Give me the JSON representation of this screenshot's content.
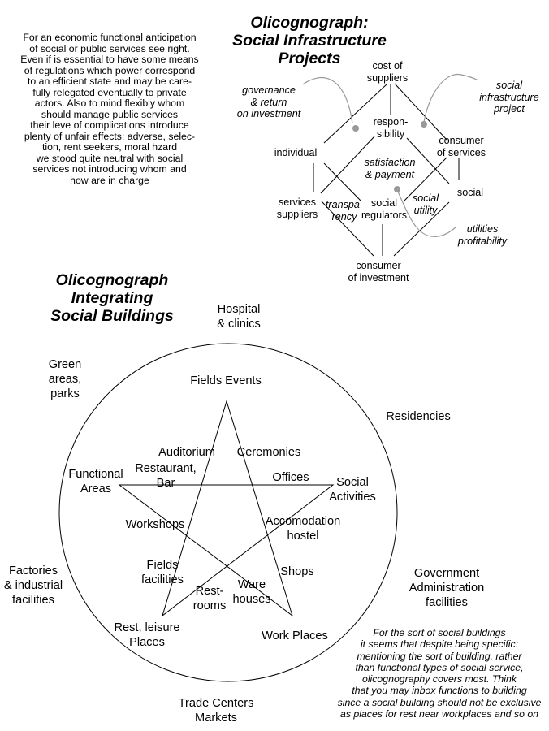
{
  "left_note": {
    "text": "For an economic functional anticipation\nof social or public services see right.\nEven if is essential to have some means\nof regulations which power correspond\nto an efficient state and may be care-\nfully relegated eventually to private\nactors. Also to mind flexibly whom\nshould manage public services\ntheir leve of complications introduce\nplenty of unfair effects: adverse, selec-\ntion, rent seekers, moral hzard\nwe stood quite neutral with social\nservices not introducing whom and\nhow are in charge"
  },
  "top_diagram": {
    "title": "Olicognograph:\nSocial Infrastructure\nProjects",
    "nodes": {
      "cost_of_suppliers": "cost of\nsuppliers",
      "responsibility": "respon-\nsibility",
      "individual": "individual",
      "consumer_of_services": "consumer\nof services",
      "satisfaction_payment": "satisfaction\n& payment",
      "services_suppliers": "services\nsuppliers",
      "transparency": "transpa-\nrency",
      "social_regulators": "social\nregulators",
      "social_utility": "social\nutility",
      "social": "social",
      "consumer_of_investment": "consumer\nof investment"
    },
    "annotations": {
      "governance": "governance\n& return\non investment",
      "social_infrastructure_project": "social\ninfrastructure\nproject",
      "utilities_profitability": "utilities\nprofitability"
    },
    "annotation_color": "#999999"
  },
  "bottom_diagram": {
    "title": "Olicognograph\nIntegrating\nSocial Buildings",
    "outside": {
      "hospital": "Hospital\n& clinics",
      "green_areas": "Green\nareas,\nparks",
      "residencies": "Residencies",
      "factories": "Factories\n& industrial\nfacilities",
      "government": "Government\nAdministration\nfacilities",
      "trade_centers": "Trade Centers\nMarkets"
    },
    "inside": {
      "fields_events": "Fields Events",
      "auditorium": "Auditorium",
      "ceremonies": "Ceremonies",
      "functional_areas": "Functional\nAreas",
      "restaurant_bar": "Restaurant,\nBar",
      "offices": "Offices",
      "social_activities": "Social\nActivities",
      "workshops": "Workshops",
      "accomodation": "Accomodation\nhostel",
      "fields_facilities": "Fields\nfacilities",
      "shops": "Shops",
      "rest_rooms": "Rest-\nrooms",
      "ware_houses": "Ware\nhouses",
      "rest_leisure": "Rest, leisure\nPlaces",
      "work_places": "Work Places"
    },
    "note": "For the sort of social buildings\nit seems that despite being specific:\nmentioning the sort of building, rather\nthan functional types of social service,\nolicognography covers most. Think\nthat you may inbox functions to building\nsince a social building should not be exclusive\nas places for rest near workplaces and so on"
  }
}
